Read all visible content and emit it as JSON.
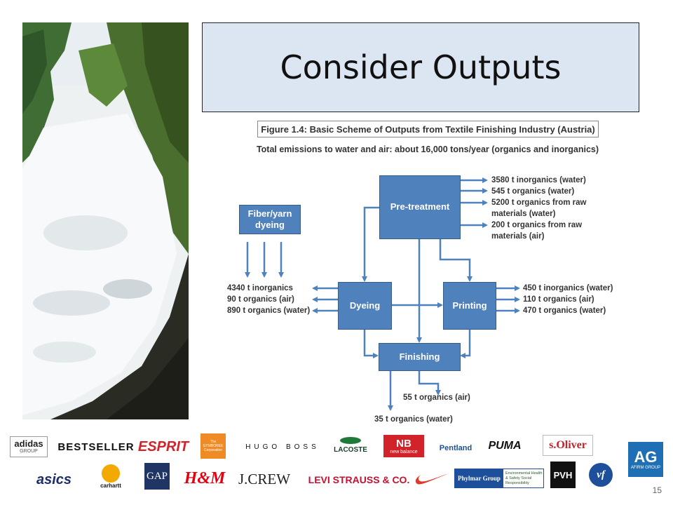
{
  "slide": {
    "title": "Consider Outputs",
    "page_number": "15"
  },
  "figure": {
    "caption": "Figure 1.4: Basic Scheme of Outputs from Textile Finishing Industry (Austria)",
    "subtitle": "Total emissions to water and air: about 16,000 tons/year (organics and inorganics)",
    "nodes": {
      "fiber": "Fiber/yarn dyeing",
      "pretreatment": "Pre-treatment",
      "dyeing": "Dyeing",
      "printing": "Printing",
      "finishing": "Finishing"
    },
    "outputs": {
      "pretreatment": [
        "3580 t inorganics (water)",
        "545 t organics (water)",
        "5200 t organics  from raw",
        "materials (water)",
        "200 t organics  from raw",
        "materials (air)"
      ],
      "dyeing": [
        "4340 t inorganics",
        "90 t organics (air)",
        "890 t organics (water)"
      ],
      "printing": [
        "450 t inorganics (water)",
        "110 t organics (air)",
        "470 t organics (water)"
      ],
      "finishing_air": "55 t organics (air)",
      "finishing_water": "35 t organics (water)"
    },
    "arrow_color": "#4f81bd"
  },
  "brands": {
    "row1": {
      "adidas": "adidas",
      "adidas_group": "GROUP",
      "bestseller": "BESTSELLER",
      "esprit": "ESPRIT",
      "gymboree": "The GYMBOREE Corporation",
      "hugo_boss": "HUGO BOSS",
      "lacoste": "LACOSTE",
      "new_balance": "new balance",
      "pentland": "Pentland",
      "puma": "PUMA",
      "soliver": "s.Oliver"
    },
    "row2": {
      "asics": "asics",
      "carhartt": "carhartt",
      "gap": "GAP",
      "hm": "H&M",
      "jcrew": "J.CREW",
      "levi": "LEVI STRAUSS & CO.",
      "nike": "nike-swoosh",
      "phylmar": "Phylmar Group",
      "phylmar_tagline": "Environmental Health & Safety Social Responsibility",
      "pvh": "PVH",
      "vf": "vf",
      "afirm_ag": "AG",
      "afirm_sub": "AFIRM GROUP"
    }
  }
}
